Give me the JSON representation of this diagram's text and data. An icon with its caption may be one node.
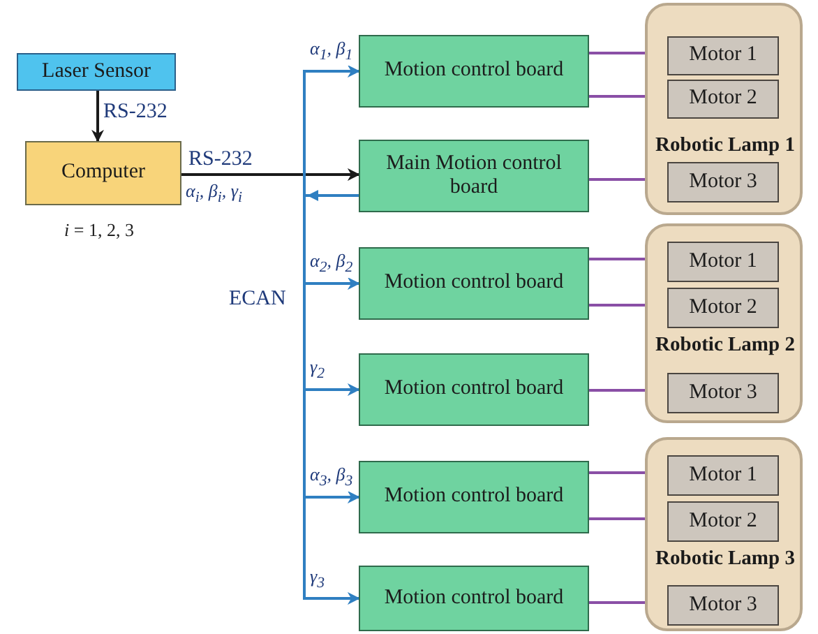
{
  "diagram": {
    "nodes": [
      {
        "text": [
          "Laser Sensor"
        ]
      },
      {
        "text": [
          "Computer"
        ]
      },
      {
        "text": [
          "Motion control board"
        ]
      },
      {
        "text": [
          "Main Motion control board"
        ]
      },
      {
        "text": [
          "Motion control board"
        ]
      },
      {
        "text": [
          "Motion control board"
        ]
      },
      {
        "text": [
          "Motion control board"
        ]
      },
      {
        "text": [
          "Motion control board"
        ]
      },
      {
        "text": [
          "Robotic Lamp 1"
        ]
      },
      {
        "text": [
          "Motor 1"
        ],
        "in": 8
      },
      {
        "text": [
          "Motor 2"
        ],
        "in": 8
      },
      {
        "text": [
          "Motor 3"
        ],
        "in": 8
      },
      {
        "text": [
          "Robotic Lamp 2"
        ]
      },
      {
        "text": [
          "Motor 1"
        ],
        "in": 12
      },
      {
        "text": [
          "Motor 2"
        ],
        "in": 12
      },
      {
        "text": [
          "Motor 3"
        ],
        "in": 12
      },
      {
        "text": [
          "Robotic Lamp 3"
        ]
      },
      {
        "text": [
          "Motor 1"
        ],
        "in": 16
      },
      {
        "text": [
          "Motor 2"
        ],
        "in": 16
      },
      {
        "text": [
          "Motor 3"
        ],
        "in": 16
      }
    ],
    "edges": [
      {
        "from": 0,
        "to": 1,
        "arrow": "to",
        "label": "RS-232",
        "color": "#1a1a1a"
      },
      {
        "from": 1,
        "to": 3,
        "arrow": "to",
        "label": "RS-232",
        "color": "#1a1a1a"
      },
      {
        "from": 3,
        "to": 2,
        "arrow": "to",
        "label": "α$_{1}$, β$_{1}$",
        "color": "#2f7fc1"
      },
      {
        "from": 3,
        "to": 4,
        "arrow": "to",
        "label": "α$_{2}$, β$_{2}$",
        "color": "#2f7fc1"
      },
      {
        "from": 3,
        "to": 5,
        "arrow": "to",
        "label": "γ$_{2}$",
        "color": "#2f7fc1"
      },
      {
        "from": 3,
        "to": 6,
        "arrow": "to",
        "label": "α$_{3}$, β$_{3}$",
        "color": "#2f7fc1"
      },
      {
        "from": 3,
        "to": 7,
        "arrow": "to",
        "label": "γ$_{3}$",
        "color": "#2f7fc1"
      },
      {
        "from": 2,
        "to": 9,
        "arrow": "none"
      },
      {
        "from": 2,
        "to": 10,
        "arrow": "none"
      },
      {
        "from": 3,
        "to": 11,
        "arrow": "none"
      },
      {
        "from": 4,
        "to": 13,
        "arrow": "none"
      },
      {
        "from": 4,
        "to": 14,
        "arrow": "none"
      },
      {
        "from": 5,
        "to": 15,
        "arrow": "none"
      },
      {
        "from": 6,
        "to": 17,
        "arrow": "none"
      },
      {
        "from": 6,
        "to": 18,
        "arrow": "none"
      },
      {
        "from": 7,
        "to": 19,
        "arrow": "none"
      }
    ],
    "labels": [
      "α$_{i}$, β$_{i}$, γ$_{i}$",
      "*i* = 1, 2, 3",
      "ECAN"
    ]
  }
}
